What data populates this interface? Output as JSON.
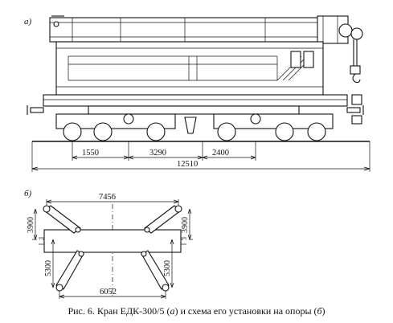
{
  "figure": {
    "label_a": "а)",
    "label_b": "б)"
  },
  "crane": {
    "dims": {
      "d1": "1550",
      "d2": "3290",
      "d3": "2400",
      "overall": "12510"
    }
  },
  "outrigger": {
    "dims": {
      "top_span": "7456",
      "bottom_span": "6052",
      "left_top": "3900",
      "right_top": "3900",
      "left_bottom": "5300",
      "right_bottom": "5300"
    }
  },
  "caption": {
    "prefix": "Рис. 6. Кран ЕДК-300/5 (",
    "a": "а",
    "middle": ") и схема его установки на опоры (",
    "b": "б",
    "suffix": ")"
  }
}
